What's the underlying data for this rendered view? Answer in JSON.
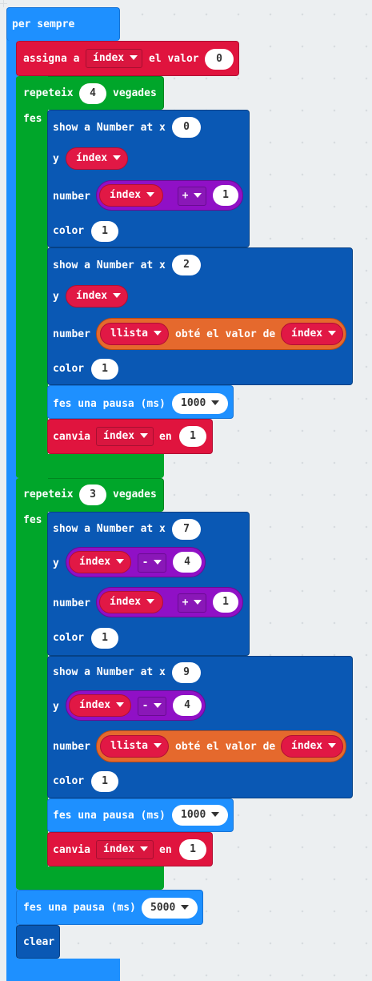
{
  "forever": {
    "label": "per sempre"
  },
  "set_var": {
    "label": "assigna a",
    "var": "índex",
    "label2": "el valor",
    "value": "0"
  },
  "loop1": {
    "repeat_label": "repeteix",
    "count": "4",
    "times_label": "vegades",
    "do_label": "fes",
    "show1": {
      "title": "show a Number at x",
      "x": "0",
      "y_label": "y",
      "y_var": "índex",
      "number_label": "number",
      "num_var": "índex",
      "op": "+",
      "operand": "1",
      "color_label": "color",
      "color": "1"
    },
    "show2": {
      "title": "show a Number at x",
      "x": "2",
      "y_label": "y",
      "y_var": "índex",
      "number_label": "number",
      "list_var": "llista",
      "get_label": "obté el valor de",
      "index_var": "índex",
      "color_label": "color",
      "color": "1"
    },
    "pause": {
      "label": "fes una pausa (ms)",
      "value": "1000"
    },
    "change": {
      "label": "canvia",
      "var": "índex",
      "by_label": "en",
      "value": "1"
    }
  },
  "loop2": {
    "repeat_label": "repeteix",
    "count": "3",
    "times_label": "vegades",
    "do_label": "fes",
    "show1": {
      "title": "show a Number at x",
      "x": "7",
      "y_label": "y",
      "y_var": "índex",
      "y_op": "-",
      "y_operand": "4",
      "number_label": "number",
      "num_var": "índex",
      "op": "+",
      "operand": "1",
      "color_label": "color",
      "color": "1"
    },
    "show2": {
      "title": "show a Number at x",
      "x": "9",
      "y_label": "y",
      "y_var": "índex",
      "y_op": "-",
      "y_operand": "4",
      "number_label": "number",
      "list_var": "llista",
      "get_label": "obté el valor de",
      "index_var": "índex",
      "color_label": "color",
      "color": "1"
    },
    "pause": {
      "label": "fes una pausa (ms)",
      "value": "1000"
    },
    "change": {
      "label": "canvia",
      "var": "índex",
      "by_label": "en",
      "value": "1"
    }
  },
  "final_pause": {
    "label": "fes una pausa (ms)",
    "value": "5000"
  },
  "clear": {
    "label": "clear"
  },
  "colors": {
    "basic": "#1e90ff",
    "variables": "#dc143c",
    "loops": "#00aa00",
    "display": "#0a58b4",
    "math": "#9400d3",
    "arrays": "#e65722",
    "workspace": "#eceff1"
  }
}
